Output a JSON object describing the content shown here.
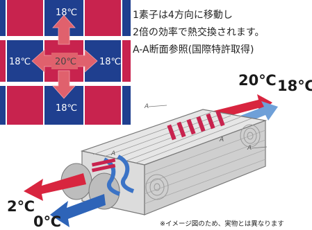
{
  "grid": {
    "cell_blue": "#1f3f8f",
    "cell_red": "#c8234e",
    "arrow_color": "#e0616d",
    "label_top": "18℃",
    "label_left": "18℃",
    "label_center": "20℃",
    "label_right": "18℃",
    "label_bottom": "18℃"
  },
  "description": {
    "line1": "1素子は4方向に移動し",
    "line2": "2倍の効率で熱交換されます。",
    "line3": "A-A断面参照(国際特許取得)"
  },
  "temps": {
    "outlet_warm": "20℃",
    "outlet_cool": "18℃",
    "inlet_2": "2℃",
    "inlet_0": "0℃"
  },
  "section_marks": [
    "A",
    "A",
    "A",
    "A"
  ],
  "note": "※イメージ図のため、実物とは異なります"
}
